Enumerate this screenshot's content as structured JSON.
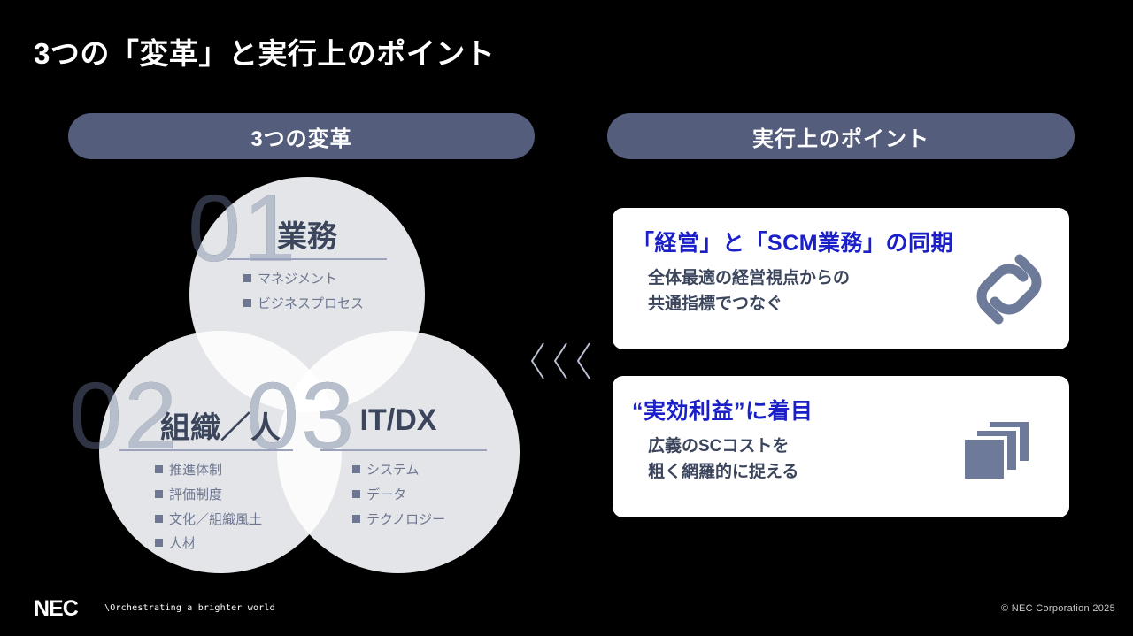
{
  "slide": {
    "title": "3つの「変革」と実行上のポイント",
    "background_color": "#000000"
  },
  "colors": {
    "pill": "#555d7c",
    "circle_fill": "#e4e5e8",
    "circle_overlap": "#fbfbfc",
    "number_outside": "#2e3443",
    "number_inside": "#b7bfcd",
    "heading_navy": "#3b455c",
    "bullet_gray": "#6e7792",
    "card_title_blue": "#1a1fc8",
    "card_bg": "#ffffff",
    "icon_gray": "#6e7a99"
  },
  "left_section": {
    "pill_label": "3つの変革",
    "circles": [
      {
        "number": "01",
        "heading": "業務",
        "items": [
          "マネジメント",
          "ビジネスプロセス"
        ]
      },
      {
        "number": "02",
        "heading": "組織／人",
        "items": [
          "推進体制",
          "評価制度",
          "文化／組織風土",
          "人材"
        ]
      },
      {
        "number": "03",
        "heading": "IT/DX",
        "items": [
          "システム",
          "データ",
          "テクノロジー"
        ]
      }
    ]
  },
  "connector": {
    "icon": "triple-chevron-left-icon",
    "count": 3,
    "direction": "left"
  },
  "right_section": {
    "pill_label": "実行上のポイント",
    "cards": [
      {
        "title": "「経営」と「SCM業務」の同期",
        "body": "全体最適の経営視点からの\n共通指標でつなぐ",
        "icon": "chain-link-icon"
      },
      {
        "title": "“実効利益”に着目",
        "body": "広義のSCコストを\n粗く網羅的に捉える",
        "icon": "stacked-documents-icon"
      }
    ]
  },
  "footer": {
    "logo": "NEC",
    "tagline": "\\Orchestrating a brighter world",
    "copyright": "© NEC Corporation 2025"
  }
}
